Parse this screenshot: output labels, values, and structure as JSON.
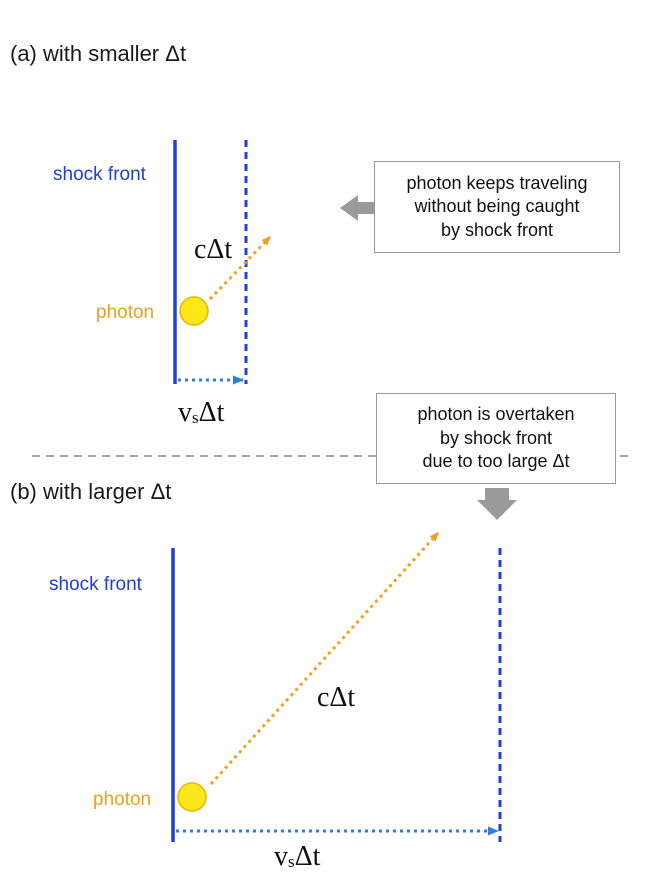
{
  "panel_a": {
    "heading": "(a) with smaller Δt",
    "shock_front_label": "shock front",
    "photon_label": "photon",
    "light_distance_label": "cΔt",
    "shock_distance_v": "v",
    "shock_distance_sub": "s",
    "shock_distance_rest": "Δt",
    "note_lines": [
      "photon keeps traveling",
      "without being caught",
      "by shock front"
    ]
  },
  "panel_b": {
    "heading": "(b) with larger Δt",
    "shock_front_label": "shock front",
    "photon_label": "photon",
    "light_distance_label": "cΔt",
    "shock_distance_v": "v",
    "shock_distance_sub": "s",
    "shock_distance_rest": "Δt",
    "note_lines": [
      "photon is overtaken",
      "by shock front",
      "due to too large Δt"
    ]
  },
  "colors": {
    "shock_front": "#1f3fd6",
    "shock_arrow": "#2a7fe0",
    "photon_fill": "#ffe81a",
    "photon_stroke": "#e8b400",
    "light_arrow": "#f0a01e",
    "divider": "#a6a6a6",
    "callout_arrow": "#9a9a9a"
  }
}
